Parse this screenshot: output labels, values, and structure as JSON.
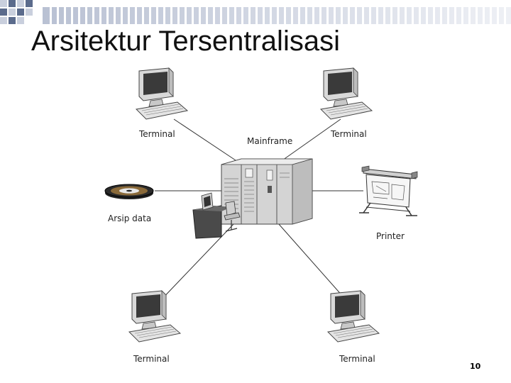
{
  "slide": {
    "title": "Arsitektur Tersentralisasi",
    "page_number": "10"
  },
  "diagram": {
    "center": {
      "label": "Mainframe",
      "icon": "mainframe-icon"
    },
    "nodes": [
      {
        "id": "terminal-top-left",
        "label": "Terminal",
        "icon": "computer-icon"
      },
      {
        "id": "terminal-top-right",
        "label": "Terminal",
        "icon": "computer-icon"
      },
      {
        "id": "terminal-bottom-left",
        "label": "Terminal",
        "icon": "computer-icon"
      },
      {
        "id": "terminal-bottom-right",
        "label": "Terminal",
        "icon": "computer-icon"
      },
      {
        "id": "archive",
        "label": "Arsip data",
        "icon": "tape-reel-icon"
      },
      {
        "id": "printer",
        "label": "Printer",
        "icon": "plotter-printer-icon"
      }
    ]
  },
  "colors": {
    "header_accent": "#5b6b8c",
    "header_stripe": "#c9cfdd",
    "title": "#111111"
  }
}
